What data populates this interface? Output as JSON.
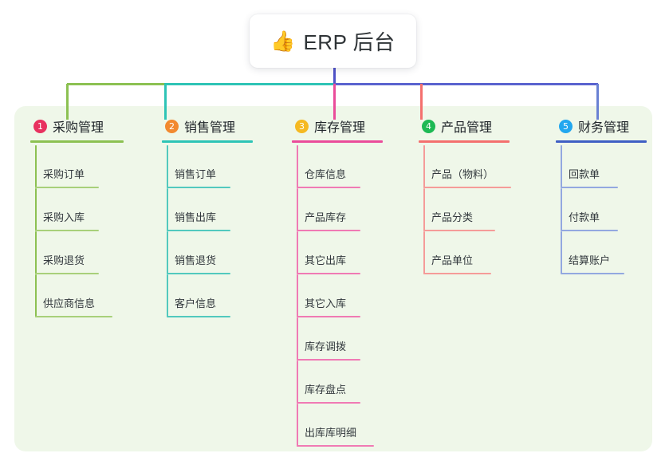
{
  "root": {
    "emoji": "👍",
    "emoji_name": "thumbs-up-icon",
    "title": "ERP 后台"
  },
  "theme": {
    "panel_bg": "#eff7e9",
    "page_bg": "#ffffff",
    "root_stem": "#4f52c8",
    "text": "#21262b",
    "leaf_text": "#32383d"
  },
  "columns": [
    {
      "index": "1",
      "badge_color": "#e8315f",
      "line_color": "#8cc152",
      "label": "采购管理",
      "head_rule_width": 117,
      "items": [
        {
          "label": "采购订单",
          "rule_width": 80
        },
        {
          "label": "采购入库",
          "rule_width": 80
        },
        {
          "label": "采购退货",
          "rule_width": 80
        },
        {
          "label": "供应商信息",
          "rule_width": 97
        }
      ]
    },
    {
      "index": "2",
      "badge_color": "#f2892f",
      "line_color": "#2ec4b6",
      "label": "销售管理",
      "head_rule_width": 114,
      "items": [
        {
          "label": "销售订单",
          "rule_width": 80
        },
        {
          "label": "销售出库",
          "rule_width": 80
        },
        {
          "label": "销售退货",
          "rule_width": 80
        },
        {
          "label": "客户信息",
          "rule_width": 80
        }
      ]
    },
    {
      "index": "3",
      "badge_color": "#f5b921",
      "line_color": "#ea4c9a",
      "label": "库存管理",
      "head_rule_width": 114,
      "items": [
        {
          "label": "仓库信息",
          "rule_width": 80
        },
        {
          "label": "产品库存",
          "rule_width": 80
        },
        {
          "label": "其它出库",
          "rule_width": 80
        },
        {
          "label": "其它入库",
          "rule_width": 80
        },
        {
          "label": "库存调拨",
          "rule_width": 80
        },
        {
          "label": "库存盘点",
          "rule_width": 80
        },
        {
          "label": "出库库明细",
          "rule_width": 97
        }
      ]
    },
    {
      "index": "4",
      "badge_color": "#1db954",
      "line_color": "#f4706e",
      "label": "产品管理",
      "head_rule_width": 114,
      "items": [
        {
          "label": "产品（物料）",
          "rule_width": 110
        },
        {
          "label": "产品分类",
          "rule_width": 90
        },
        {
          "label": "产品单位",
          "rule_width": 85
        }
      ]
    },
    {
      "index": "5",
      "badge_color": "#22a7ef",
      "line_color": "#6a81d4",
      "label": "财务管理",
      "head_rule_width": 114,
      "items": [
        {
          "label": "回款单",
          "rule_width": 72
        },
        {
          "label": "付款单",
          "rule_width": 72
        },
        {
          "label": "结算账户",
          "rule_width": 80
        }
      ]
    }
  ]
}
